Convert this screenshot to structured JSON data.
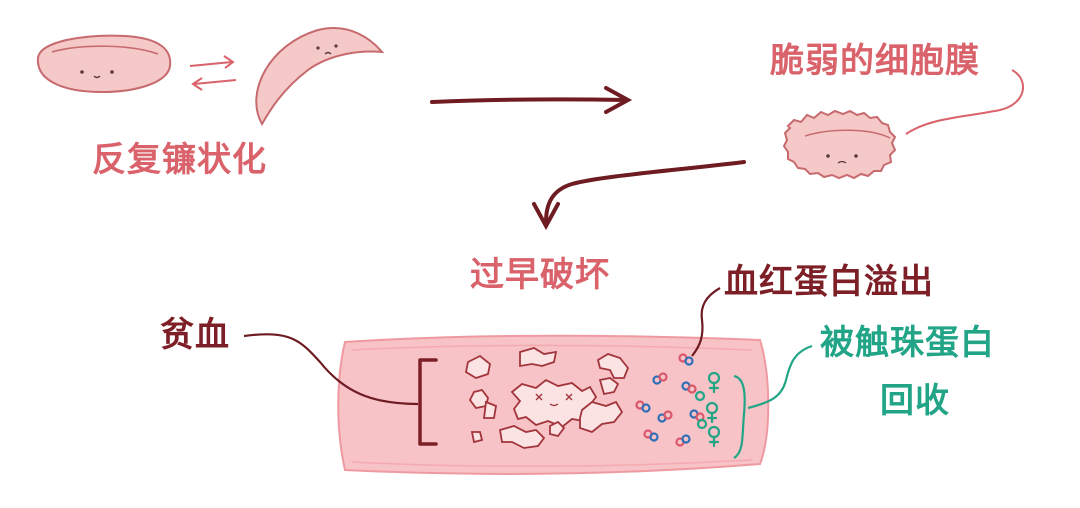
{
  "labels": {
    "repeated_sickling": "反复镰状化",
    "fragile_membrane": "脆弱的细胞膜",
    "premature_destruction": "过早破坏",
    "hemoglobin_spill": "血红蛋白溢出",
    "anemia": "贫血",
    "haptoglobin_line1": "被触珠蛋白",
    "haptoglobin_line2": "回收"
  },
  "colors": {
    "text_pink": "#d9626b",
    "text_dark": "#7d1f26",
    "text_green": "#22a587",
    "cell_fill": "#f6c9c9",
    "cell_outline": "#c66a6e",
    "arrow_dark": "#6e1b22",
    "vessel_fill": "#f7c3c6",
    "vessel_edge": "#ee9aa0"
  }
}
